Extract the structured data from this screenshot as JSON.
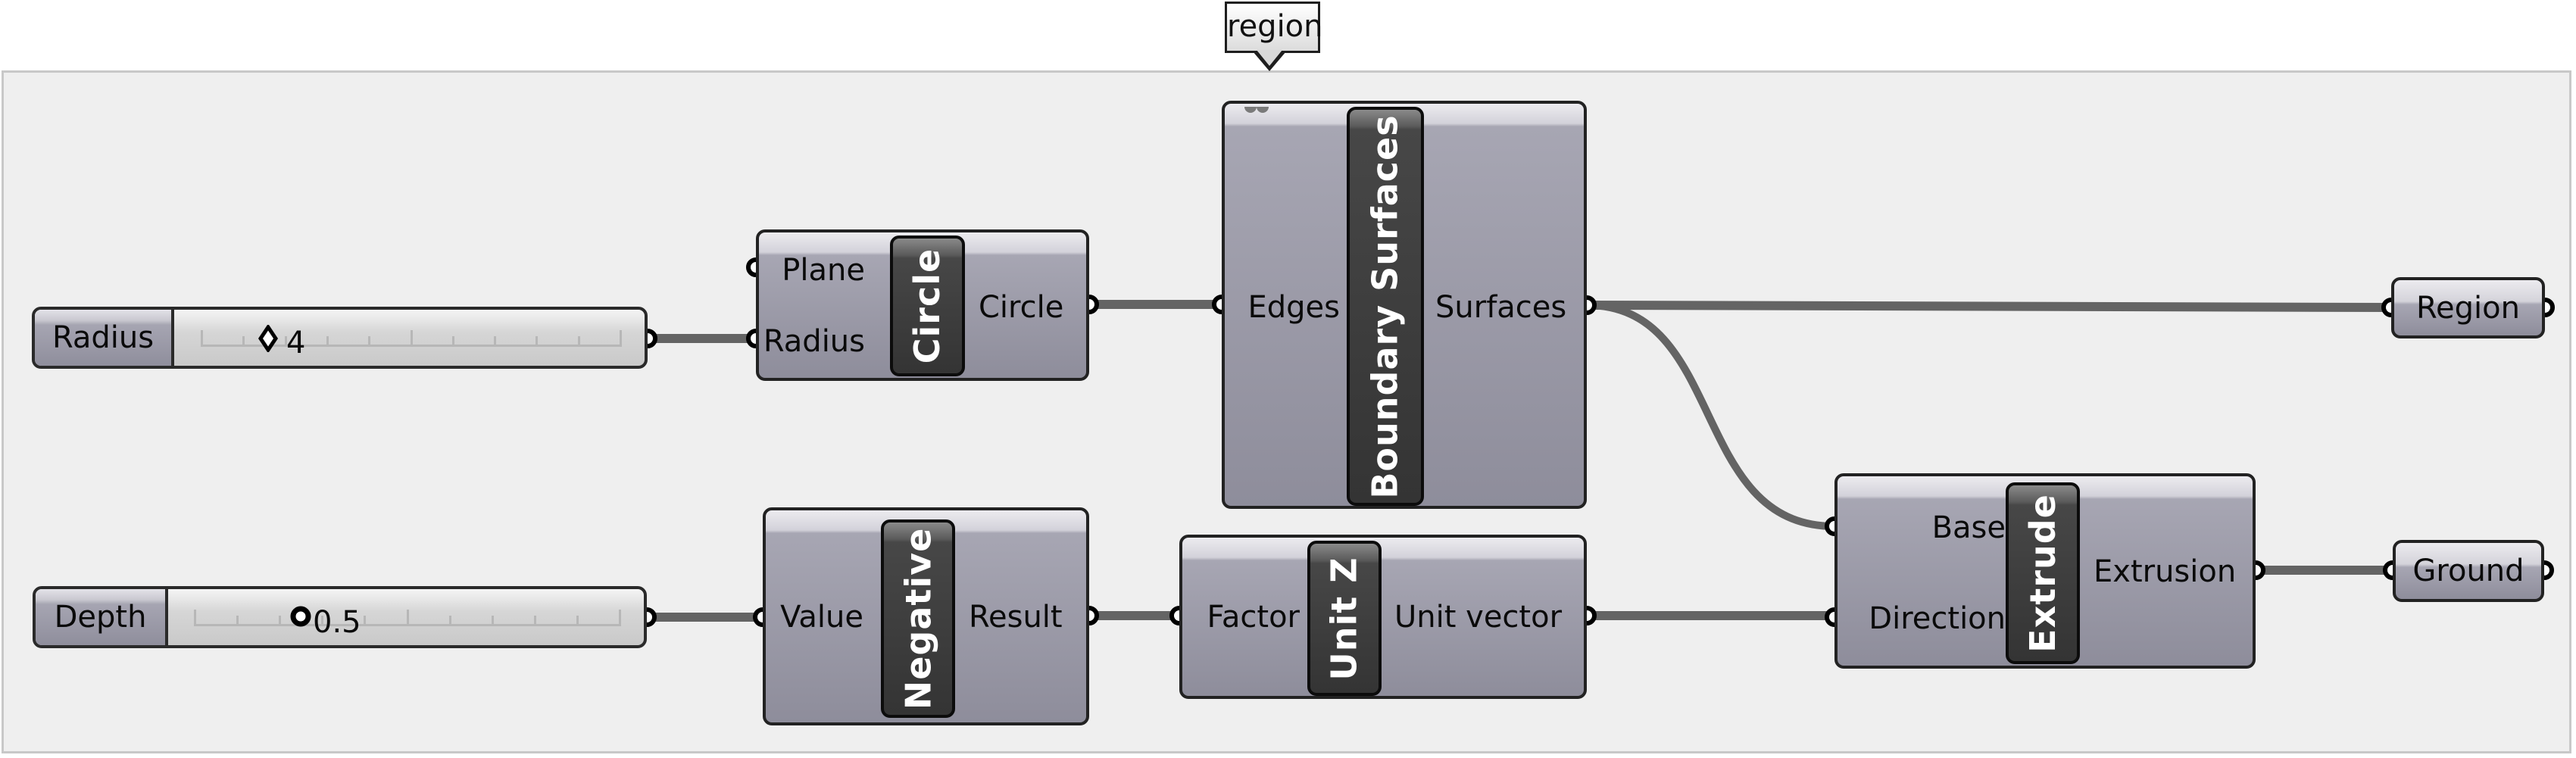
{
  "group": {
    "label": "region"
  },
  "colors": {
    "wire": "#646464",
    "canvas": "#efefef",
    "node_body": "#a4a3b0",
    "nickname_bg": "#3c3c3c"
  },
  "sliders": {
    "radius": {
      "label": "Radius",
      "value": "4",
      "grip": "diamond",
      "position_fraction": 0.16,
      "ticks": 11
    },
    "depth": {
      "label": "Depth",
      "value": "0.5",
      "grip": "circle",
      "position_fraction": 0.25,
      "ticks": 11
    }
  },
  "components": {
    "circle": {
      "nickname": "Circle",
      "inputs": [
        "Plane",
        "Radius"
      ],
      "outputs": [
        "Circle"
      ]
    },
    "boundary": {
      "nickname": "Boundary Surfaces",
      "inputs": [
        "Edges"
      ],
      "outputs": [
        "Surfaces"
      ]
    },
    "negative": {
      "nickname": "Negative",
      "inputs": [
        "Value"
      ],
      "outputs": [
        "Result"
      ]
    },
    "unitz": {
      "nickname": "Unit Z",
      "inputs": [
        "Factor"
      ],
      "outputs": [
        "Unit vector"
      ]
    },
    "extrude": {
      "nickname": "Extrude",
      "inputs": [
        "Base",
        "Direction"
      ],
      "outputs": [
        "Extrusion"
      ]
    }
  },
  "params": {
    "region": {
      "label": "Region"
    },
    "ground": {
      "label": "Ground"
    }
  },
  "wires": [
    {
      "from": "Radius slider",
      "to": "Circle.Radius"
    },
    {
      "from": "Circle.Circle",
      "to": "Boundary Surfaces.Edges"
    },
    {
      "from": "Boundary Surfaces.Surfaces",
      "to": "Region"
    },
    {
      "from": "Boundary Surfaces.Surfaces",
      "to": "Extrude.Base"
    },
    {
      "from": "Depth slider",
      "to": "Negative.Value"
    },
    {
      "from": "Negative.Result",
      "to": "Unit Z.Factor"
    },
    {
      "from": "Unit Z.Unit vector",
      "to": "Extrude.Direction"
    },
    {
      "from": "Extrude.Extrusion",
      "to": "Ground"
    }
  ]
}
